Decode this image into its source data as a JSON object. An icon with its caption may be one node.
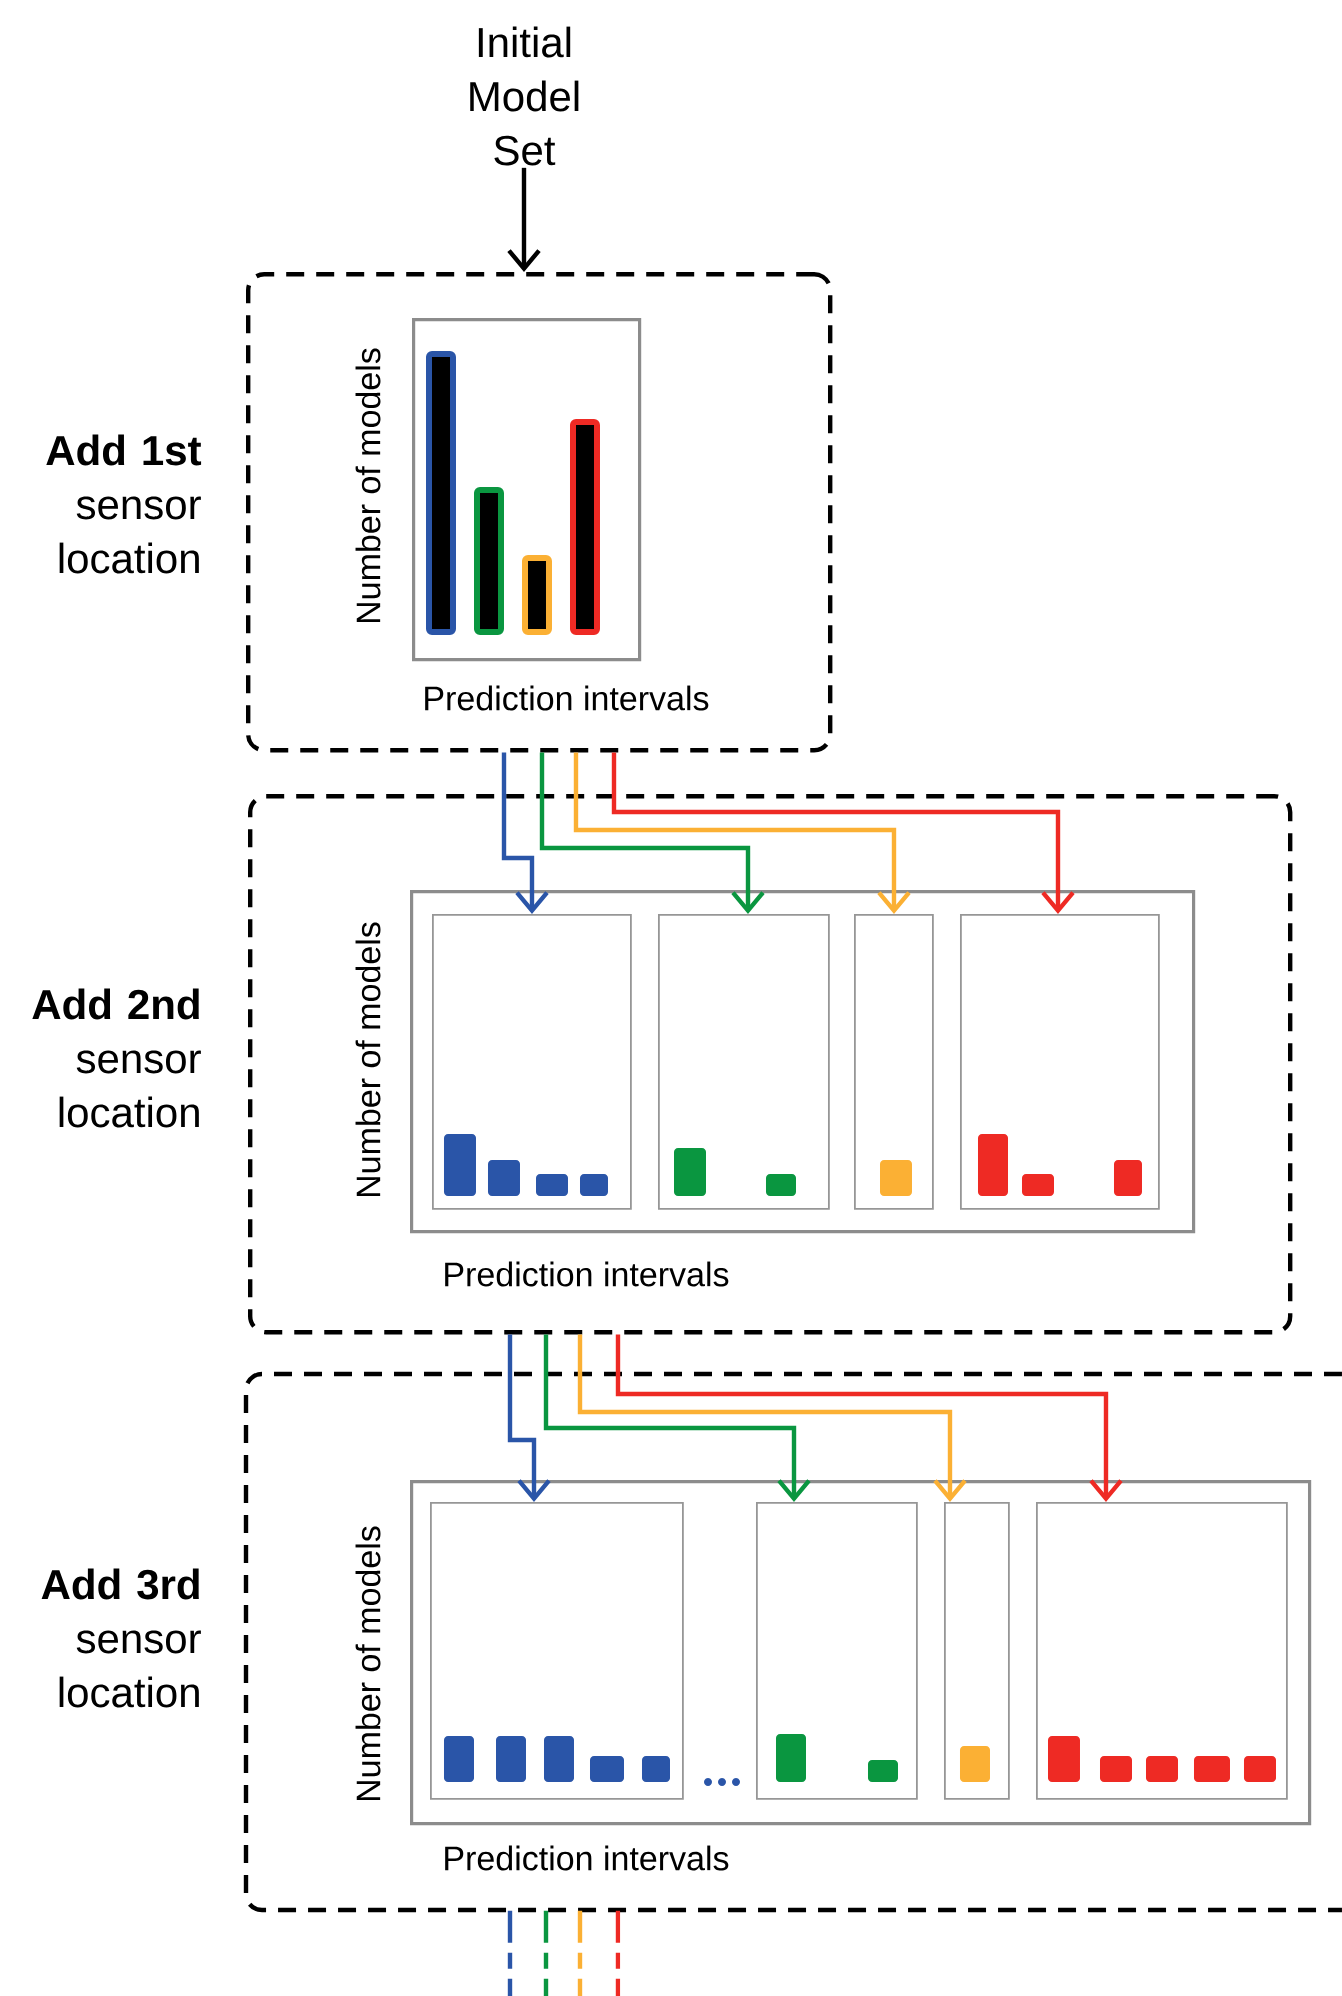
{
  "diagram": {
    "nodes": [
      {
        "text": [
          "Initial Model Set"
        ]
      },
      {
        "text": [
          "**Add 1st** sensor location"
        ]
      },
      {
        "text": [
          "Number of models",
          "Prediction intervals"
        ],
        "in": 1
      },
      {
        "text": [
          "**Add 2nd** sensor location"
        ]
      },
      {
        "text": [
          "Number of models",
          "Prediction intervals"
        ],
        "in": 3
      },
      {
        "text": [],
        "shape": "box",
        "in": 4
      },
      {
        "text": [],
        "shape": "box",
        "in": 4
      },
      {
        "text": [],
        "shape": "box",
        "in": 4
      },
      {
        "text": [],
        "shape": "box",
        "in": 4
      },
      {
        "text": [
          "**Add 3rd** sensor location"
        ]
      },
      {
        "text": [
          "Number of models",
          "Prediction intervals"
        ],
        "in": 9
      },
      {
        "text": [],
        "shape": "box",
        "in": 10
      },
      {
        "text": [],
        "shape": "box",
        "in": 10
      },
      {
        "text": [],
        "shape": "box",
        "in": 10
      },
      {
        "text": [],
        "shape": "box",
        "in": 10
      }
    ],
    "edges": [
      {
        "from": 0,
        "to": 1,
        "arrow": "to",
        "color": "#000000"
      },
      {
        "from": 1,
        "to": 5,
        "arrow": "to",
        "color": "#2a55a8"
      },
      {
        "from": 1,
        "to": 6,
        "arrow": "to",
        "color": "#0a9640"
      },
      {
        "from": 1,
        "to": 7,
        "arrow": "to",
        "color": "#fbb034"
      },
      {
        "from": 1,
        "to": 8,
        "arrow": "to",
        "color": "#ee2a24"
      },
      {
        "from": 3,
        "to": 11,
        "arrow": "to",
        "color": "#2a55a8"
      },
      {
        "from": 3,
        "to": 12,
        "arrow": "to",
        "color": "#0a9640"
      },
      {
        "from": 3,
        "to": 13,
        "arrow": "to",
        "color": "#fbb034"
      },
      {
        "from": 3,
        "to": 14,
        "arrow": "to",
        "color": "#ee2a24"
      },
      {
        "from": 9,
        "to": null,
        "arrow": "none",
        "style": "dashed",
        "color": "#2a55a8"
      },
      {
        "from": 9,
        "to": null,
        "arrow": "none",
        "style": "dashed",
        "color": "#0a9640"
      },
      {
        "from": 9,
        "to": null,
        "arrow": "none",
        "style": "dashed",
        "color": "#fbb034"
      },
      {
        "from": 9,
        "to": null,
        "arrow": "none",
        "style": "dashed",
        "color": "#ee2a24"
      }
    ]
  }
}
